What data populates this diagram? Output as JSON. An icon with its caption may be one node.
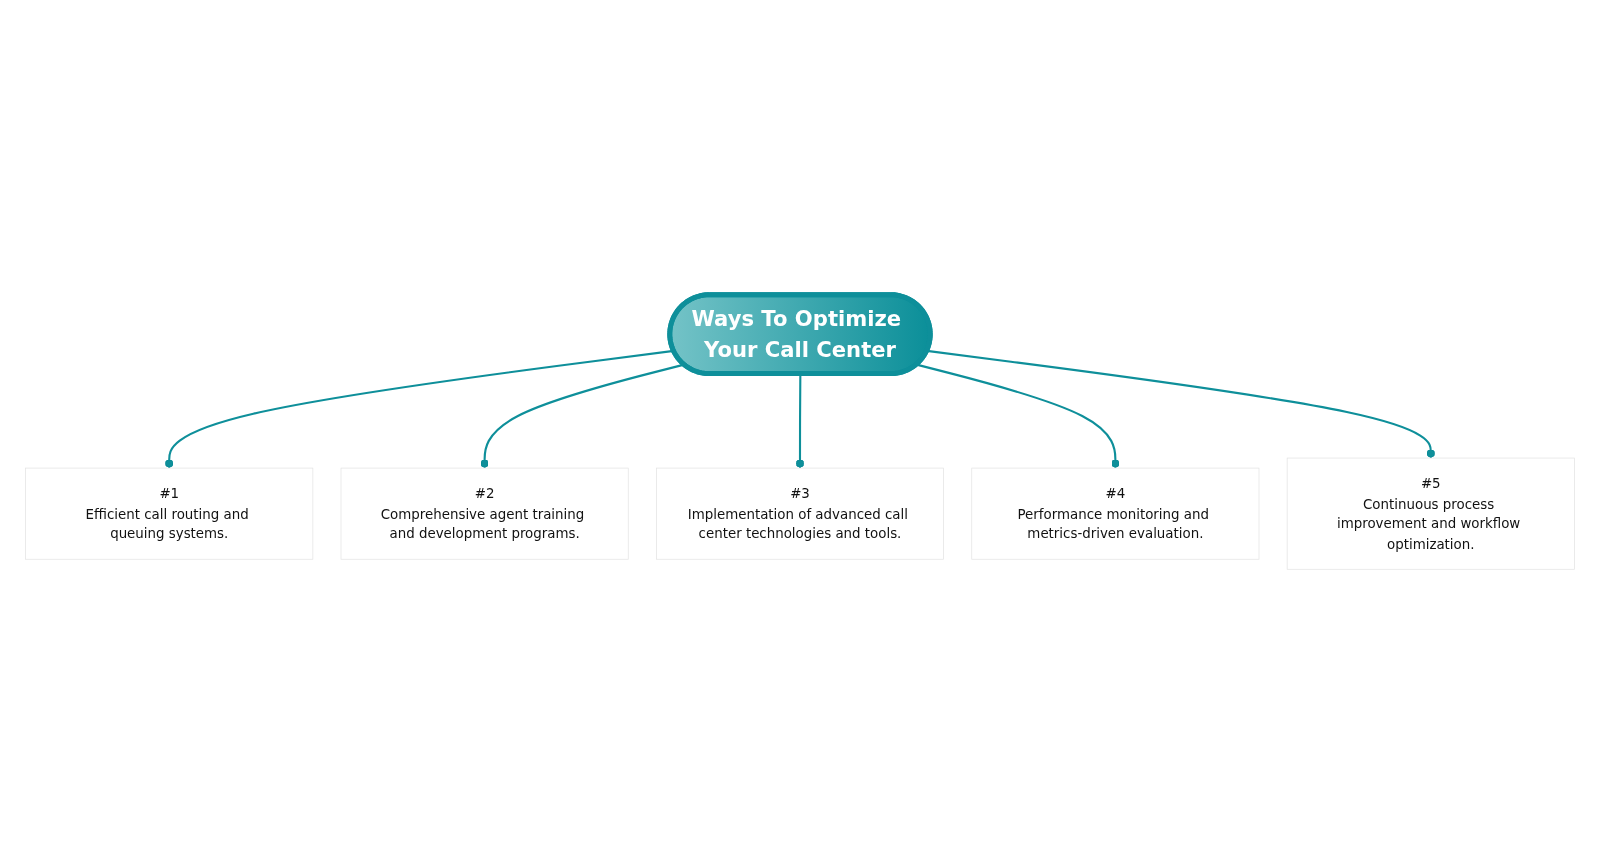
{
  "diagram": {
    "nodes": [
      {
        "text": [
          "Ways To Optimize Your Call Center"
        ]
      },
      {
        "text": [
          "#1",
          "Efficient call routing and queuing systems."
        ]
      },
      {
        "text": [
          "#2",
          "Comprehensive agent training and development programs."
        ]
      },
      {
        "text": [
          "#3",
          "Implementation of advanced call center technologies and tools."
        ]
      },
      {
        "text": [
          "#4",
          "Performance monitoring and metrics-driven evaluation."
        ]
      },
      {
        "text": [
          "#5",
          "Continuous process improvement and workflow optimization."
        ]
      }
    ],
    "edges": [
      {
        "from": 0,
        "to": 1,
        "arrow": "other"
      },
      {
        "from": 0,
        "to": 2,
        "arrow": "other"
      },
      {
        "from": 0,
        "to": 3,
        "arrow": "other"
      },
      {
        "from": 0,
        "to": 4,
        "arrow": "other"
      },
      {
        "from": 0,
        "to": 5,
        "arrow": "other"
      }
    ]
  }
}
